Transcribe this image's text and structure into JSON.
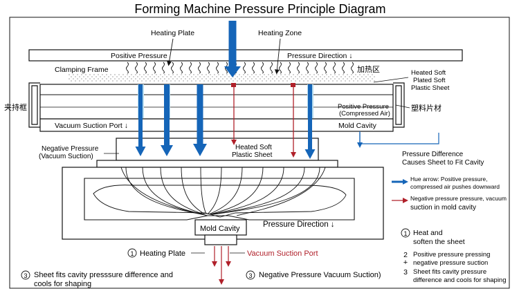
{
  "title": "Forming Machine Pressure Principle Diagram",
  "labels": {
    "heating_plate": "Heating Plate",
    "heating_zone": "Heating Zone",
    "positive_pressure": "Positive Pressure",
    "pressure_direction_top": "Pressure Direction ↓",
    "clamping_frame": "Clamping Frame",
    "heating_zone_cn": "加热区",
    "heated_soft_1": "Heated Soft",
    "heated_soft_2": "Plated Soft",
    "heated_soft_3": "Plastic Sheet",
    "clamp_cn": "夹持框",
    "positive_compressed_1": "Positive Pressure",
    "positive_compressed_2": "(Compressed Air)",
    "plastic_sheet_cn": "塑料片材",
    "vacuum_port_left": "Vacuum Suction Port ↓",
    "mold_cavity_right": "Mold Cavity",
    "negative_pressure_1": "Negative Pressure",
    "negative_pressure_2": "(Vacuum Suction)",
    "heated_sheet_center_1": "Heated Soft",
    "heated_sheet_center_2": "Plastic Sheet",
    "pressure_diff_1": "Pressure Difference",
    "pressure_diff_2": "Causes Sheet to Fit Cavity",
    "mold_cavity": "Mold Cavity",
    "pressure_direction_bottom": "Pressure Direction ↓",
    "heating_plate_step": "Heating Plate",
    "vacuum_suction_port": "Vacuum Suction Port",
    "step3_left_1": "Sheet fits cavity presssure difference and",
    "step3_left_2": "cools for shaping",
    "step3_mid": "Negative Pressure Vacuum Suction)"
  },
  "legend": {
    "blue_1": "Hue arrow: Positive pressure,",
    "blue_2": "compressed air pushes downward",
    "red_1": "Negative pressure pressure, vacuum",
    "red_2": "suction in mold cavity"
  },
  "steps": {
    "s1_num": "1",
    "s1_a": "Heat and",
    "s1_b": "soften the sheet",
    "s2_num": "2",
    "s2_a": "Positive pressure pressing",
    "s2_plus": "+",
    "s2_b": "negative pressure suction",
    "s3_num": "3",
    "s3_a": "Sheet fits cavity pressure",
    "s3_b": "difference and cools for shaping"
  },
  "circled": {
    "one": "1",
    "three": "3"
  },
  "colors": {
    "blue": "#1565b8",
    "light_blue": "#b8dcef",
    "red": "#b0202a",
    "line": "#111111",
    "dots": "#9a9a9a"
  }
}
